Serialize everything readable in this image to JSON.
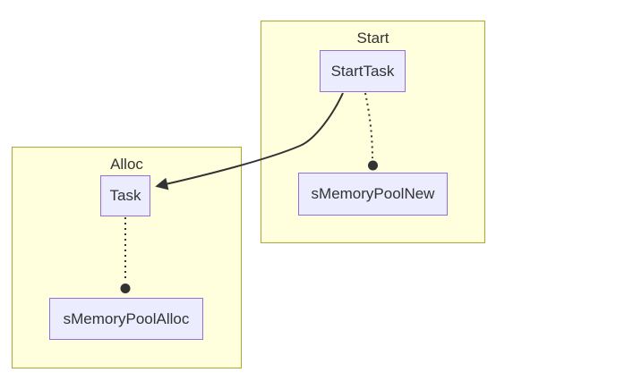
{
  "diagram": {
    "type": "flowchart",
    "colors": {
      "background": "#ffffff",
      "cluster_fill": "#ffffde",
      "cluster_border": "#aaaa33",
      "node_fill": "#ececff",
      "node_border": "#9370db",
      "text": "#333333",
      "edge": "#333333"
    },
    "clusters": [
      {
        "id": "Start",
        "title": "Start",
        "nodes": [
          "StartTask",
          "sMemoryPoolNew"
        ]
      },
      {
        "id": "Alloc",
        "title": "Alloc",
        "nodes": [
          "Task",
          "sMemoryPoolAlloc"
        ]
      }
    ],
    "nodes": [
      {
        "id": "StartTask",
        "label": "StartTask"
      },
      {
        "id": "sMemoryPoolNew",
        "label": "sMemoryPoolNew"
      },
      {
        "id": "Task",
        "label": "Task"
      },
      {
        "id": "sMemoryPoolAlloc",
        "label": "sMemoryPoolAlloc"
      }
    ],
    "edges": [
      {
        "from": "StartTask",
        "to": "Task",
        "line": "solid",
        "arrowhead": "arrow"
      },
      {
        "from": "StartTask",
        "to": "sMemoryPoolNew",
        "line": "dotted",
        "arrowhead": "circle"
      },
      {
        "from": "Task",
        "to": "sMemoryPoolAlloc",
        "line": "dotted",
        "arrowhead": "circle"
      }
    ]
  }
}
